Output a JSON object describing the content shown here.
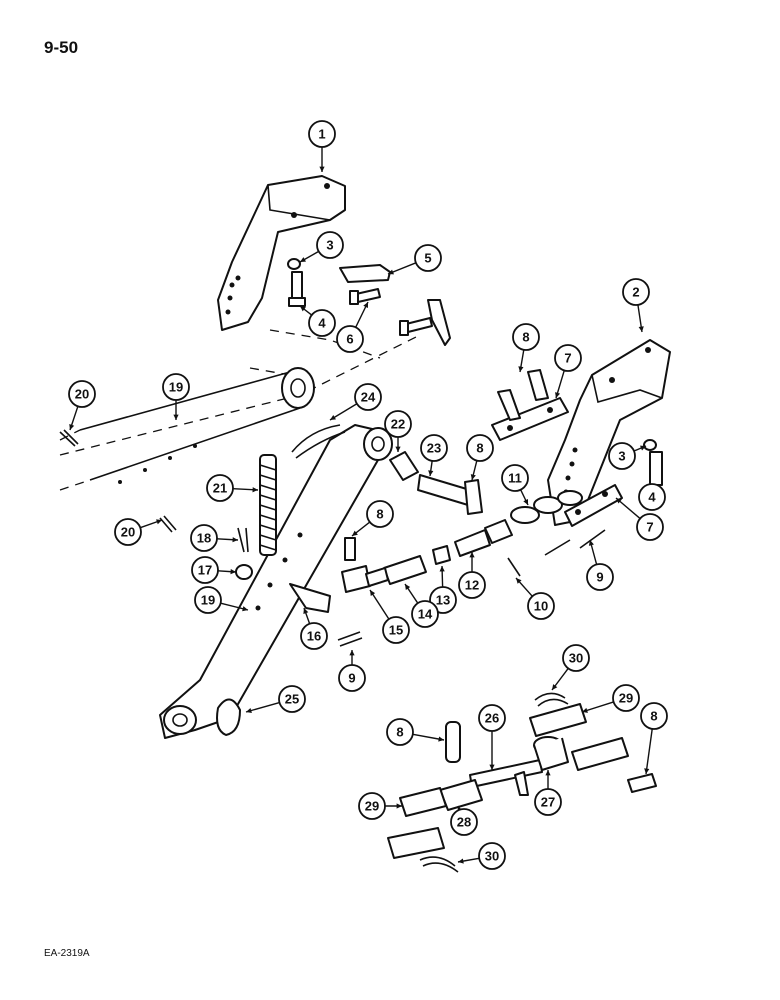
{
  "page": {
    "number": "9-50",
    "figure_code": "EA-2319A"
  },
  "callouts": [
    {
      "id": "c1",
      "label": "1"
    },
    {
      "id": "c2",
      "label": "2"
    },
    {
      "id": "c3a",
      "label": "3"
    },
    {
      "id": "c3b",
      "label": "3"
    },
    {
      "id": "c4a",
      "label": "4"
    },
    {
      "id": "c4b",
      "label": "4"
    },
    {
      "id": "c5",
      "label": "5"
    },
    {
      "id": "c6",
      "label": "6"
    },
    {
      "id": "c7a",
      "label": "7"
    },
    {
      "id": "c7b",
      "label": "7"
    },
    {
      "id": "c8a",
      "label": "8"
    },
    {
      "id": "c8b",
      "label": "8"
    },
    {
      "id": "c8c",
      "label": "8"
    },
    {
      "id": "c8d",
      "label": "8"
    },
    {
      "id": "c8e",
      "label": "8"
    },
    {
      "id": "c9a",
      "label": "9"
    },
    {
      "id": "c9b",
      "label": "9"
    },
    {
      "id": "c10",
      "label": "10"
    },
    {
      "id": "c11",
      "label": "11"
    },
    {
      "id": "c12",
      "label": "12"
    },
    {
      "id": "c13",
      "label": "13"
    },
    {
      "id": "c14",
      "label": "14"
    },
    {
      "id": "c15",
      "label": "15"
    },
    {
      "id": "c16",
      "label": "16"
    },
    {
      "id": "c17",
      "label": "17"
    },
    {
      "id": "c18",
      "label": "18"
    },
    {
      "id": "c19a",
      "label": "19"
    },
    {
      "id": "c19b",
      "label": "19"
    },
    {
      "id": "c20a",
      "label": "20"
    },
    {
      "id": "c20b",
      "label": "20"
    },
    {
      "id": "c21",
      "label": "21"
    },
    {
      "id": "c22",
      "label": "22"
    },
    {
      "id": "c23",
      "label": "23"
    },
    {
      "id": "c24",
      "label": "24"
    },
    {
      "id": "c25",
      "label": "25"
    },
    {
      "id": "c26",
      "label": "26"
    },
    {
      "id": "c27",
      "label": "27"
    },
    {
      "id": "c28",
      "label": "28"
    },
    {
      "id": "c29a",
      "label": "29"
    },
    {
      "id": "c29b",
      "label": "29"
    },
    {
      "id": "c30a",
      "label": "30"
    },
    {
      "id": "c30b",
      "label": "30"
    }
  ]
}
